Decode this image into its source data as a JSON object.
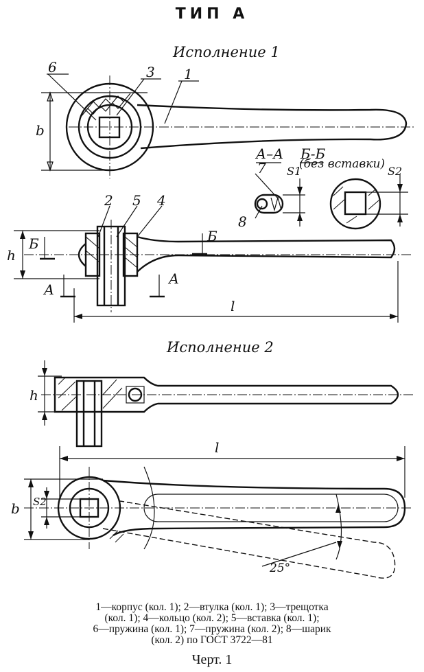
{
  "title": "ТИП А",
  "variant1_caption": "Исполнение 1",
  "variant2_caption": "Исполнение 2",
  "section_aa": "А–А",
  "section_bb": "Б-Б",
  "section_bb_note": "(без вставки)",
  "callouts": {
    "n1": "1",
    "n2": "2",
    "n3": "3",
    "n4": "4",
    "n5": "5",
    "n6": "6",
    "n7": "7",
    "n8": "8"
  },
  "dimensions": {
    "b_top": "b",
    "h_top": "h",
    "l_top": "l",
    "s1": "S1",
    "s2_section": "S2",
    "h_bottom": "h",
    "l_bottom": "l",
    "b_bottom": "b",
    "s2_bottom": "S2",
    "angle": "25°"
  },
  "section_marks": {
    "b_left": "Б",
    "b_right": "Б",
    "a_left": "А",
    "a_right": "А"
  },
  "legend": {
    "line1": "1—корпус (кол. 1); 2—втулка (кол. 1); 3—трещотка",
    "line2": "(кол. 1); 4—кольцо (кол. 2); 5—вставка (кол. 1);",
    "line3": "6—пружина (кол. 1); 7—пружина (кол. 2); 8—шарик",
    "line4": "(кол. 2) по ГОСТ 3722—81"
  },
  "figure_label": "Черт. 1"
}
